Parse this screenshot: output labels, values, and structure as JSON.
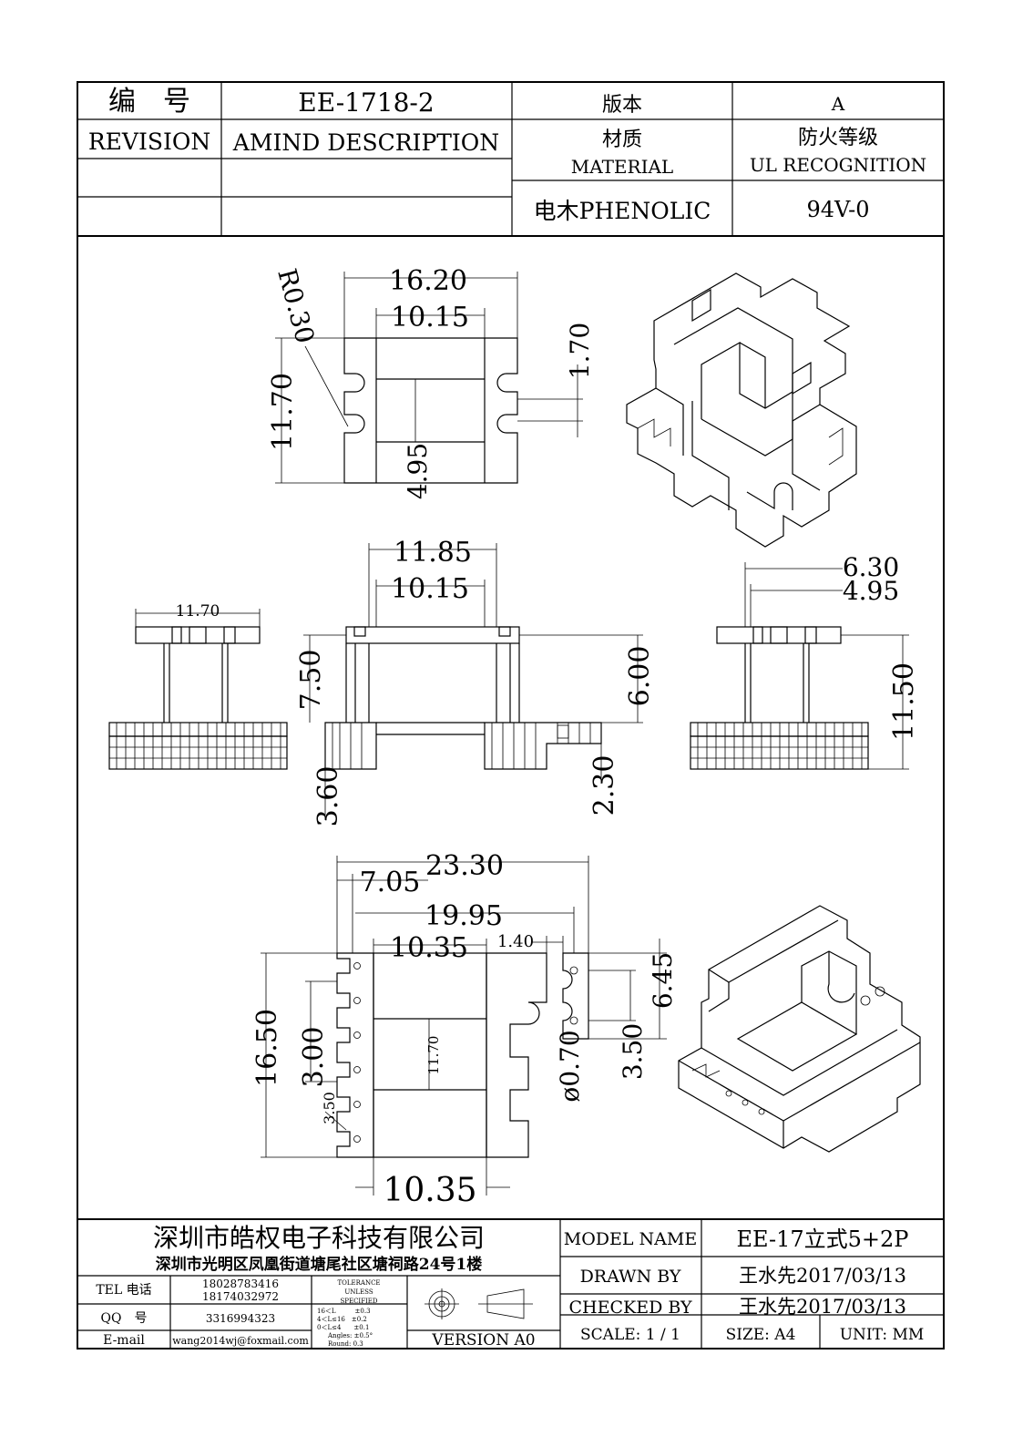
{
  "title_block": {
    "number_label": "编　号",
    "number_value": "EE-1718-2",
    "version_label": "版本",
    "version_value": "A",
    "revision_label": "REVISION",
    "amind_label": "AMIND DESCRIPTION",
    "material_cn": "材质",
    "material_en": "MATERIAL",
    "ul_cn": "防火等级",
    "ul_en": "UL RECOGNITION",
    "material_value": "电木PHENOLIC",
    "ul_value": "94V-0"
  },
  "dimensions": {
    "top_view": {
      "width_outer": "16.20",
      "width_inner": "10.15",
      "radius": "R0.30",
      "height": "11.70",
      "slot": "1.70",
      "center": "4.95"
    },
    "front_view": {
      "top_outer": "11.85",
      "top_inner": "10.15",
      "h_left": "7.50",
      "h_right": "6.00",
      "base_left": "3.60",
      "base_right": "2.30"
    },
    "left_view": {
      "width": "11.70"
    },
    "right_view": {
      "outer": "6.30",
      "inner": "4.95",
      "height": "11.50"
    },
    "bottom_view": {
      "total": "23.30",
      "offset": "7.05",
      "mid": "19.95",
      "inner": "10.35",
      "gap": "1.40",
      "height": "16.50",
      "pitch_left": "3.00",
      "sub_pitch": "3.50",
      "center": "11.70",
      "pin_dia": "ø0.70",
      "pin_pitch": "3.50",
      "span": "6.45",
      "bottom": "10.35"
    }
  },
  "footer": {
    "company_name": "深圳市皓权电子科技有限公司",
    "company_address": "深圳市光明区凤凰街道塘尾社区塘祠路24号1楼",
    "tel_label": "TEL 电话",
    "tel_values": [
      "18028783416",
      "18174032972"
    ],
    "qq_label": "QQ　号",
    "qq_value": "3316994323",
    "email_label": "E-mail",
    "email_value": "wang2014wj@foxmail.com",
    "tolerance_lines": [
      "TOLERANCE",
      "UNLESS",
      "SPECIFIED",
      "16＜L　　　±0.3",
      "4＜L≤16　±0.2",
      "0＜L≤4　　±0.1",
      "Angles: ±0.5°",
      "Round: 0.3"
    ],
    "version_text": "VERSION A0",
    "model_name_label": "MODEL NAME",
    "model_name_value": "EE-17立式5+2P",
    "drawn_by_label": "DRAWN BY",
    "drawn_by_value": "王水先2017/03/13",
    "checked_by_label": "CHECKED BY",
    "checked_by_value": "王水先2017/03/13",
    "scale_text": "SCALE: 1 / 1",
    "size_text": "SIZE: A4",
    "unit_text": "UNIT: MM"
  }
}
